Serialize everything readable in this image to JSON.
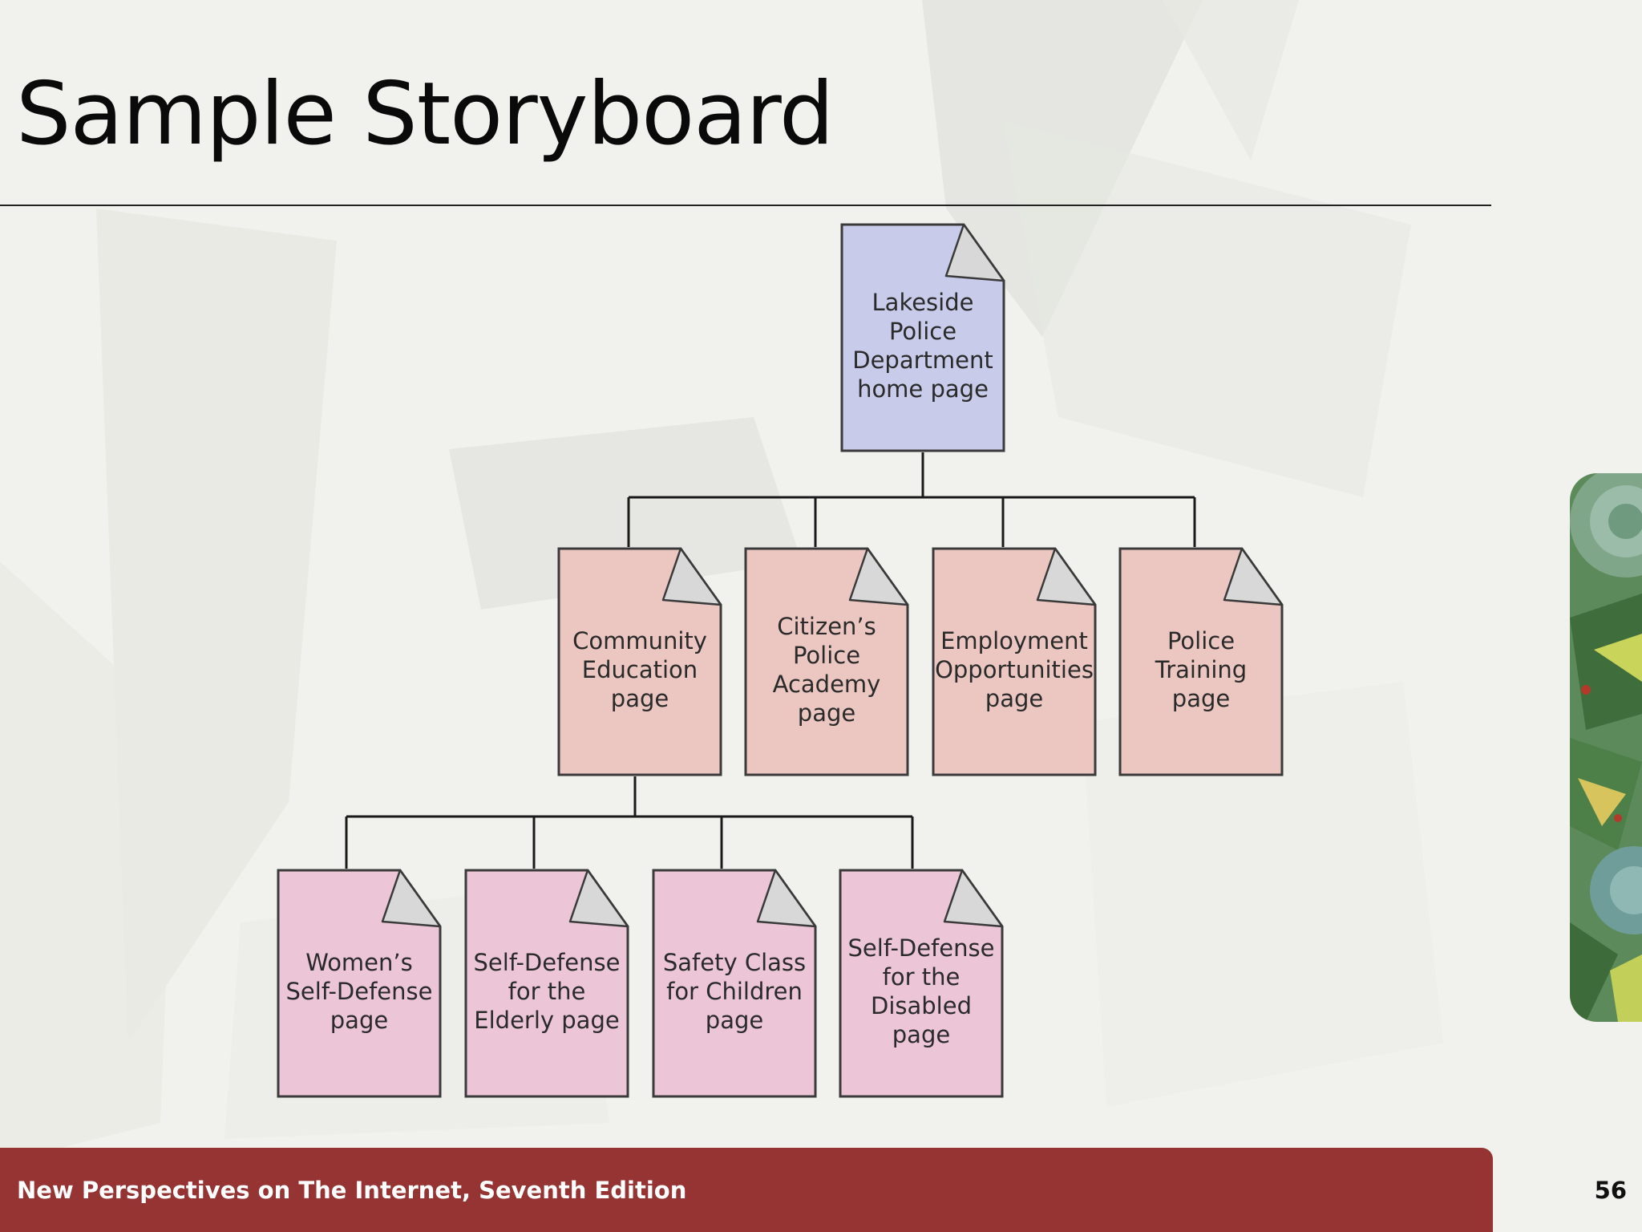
{
  "slide": {
    "title": "Sample Storyboard",
    "footer_text": "New Perspectives on The Internet, Seventh Edition",
    "page_number": "56"
  },
  "diagram": {
    "colors": {
      "root": "#c8cbea",
      "level1": "#ecc7c2",
      "level2": "#ecc6d7",
      "border": "#3a3a3a",
      "fold": "#d8d8d8",
      "connector": "#1a1a1a"
    },
    "root": {
      "label": "Lakeside\nPolice\nDepartment\nhome page"
    },
    "level1": [
      {
        "label": "Community\nEducation\npage"
      },
      {
        "label": "Citizen’s\nPolice\nAcademy\npage"
      },
      {
        "label": "Employment\nOpportunities\npage"
      },
      {
        "label": "Police Training\npage"
      }
    ],
    "level2_parent_index": 0,
    "level2": [
      {
        "label": "Women’s\nSelf-Defense\npage"
      },
      {
        "label": "Self-Defense\nfor the\nElderly page"
      },
      {
        "label": "Safety Class\nfor Children\npage"
      },
      {
        "label": "Self-Defense\nfor the\nDisabled\npage"
      }
    ]
  }
}
